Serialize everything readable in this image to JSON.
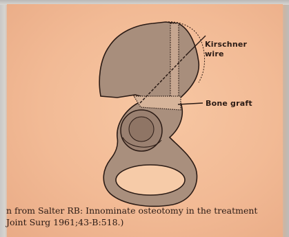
{
  "labels": {
    "kirschner": "Kirschner wire",
    "graft": "Bone graft"
  },
  "caption": {
    "line1": "n from Salter RB: Innominate osteotomy in the treatment",
    "line2": "Joint Surg 1961;43-B:518.)"
  }
}
